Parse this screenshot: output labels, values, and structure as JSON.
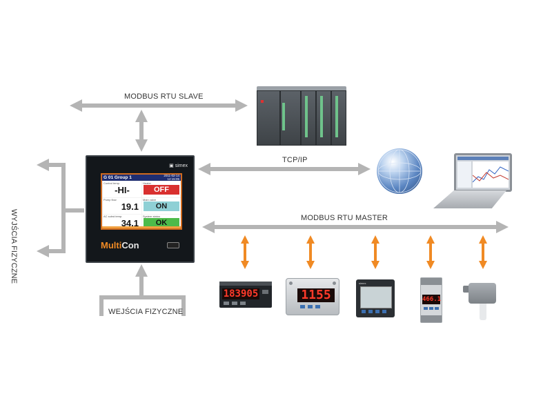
{
  "labels": {
    "modbus_slave": "MODBUS RTU SLAVE",
    "tcp_ip": "TCP/IP",
    "modbus_master": "MODBUS RTU MASTER",
    "outputs": "WYJŚCIA FIZYCZNE",
    "inputs": "WEJŚCIA FIZYCZNE"
  },
  "panel": {
    "brand": "simex",
    "name_part1": "Multi",
    "name_part2": "Con",
    "screen": {
      "header": "G 01   Group 1",
      "date": "2011-02-14",
      "time": "12:15:05",
      "cells": [
        {
          "caption": "Control temp.",
          "value": "-HI-"
        },
        {
          "caption": "Heater",
          "value": "OFF"
        },
        {
          "caption": "Pump flow",
          "value": "19.1"
        },
        {
          "caption": "Main valve",
          "value": "ON"
        },
        {
          "caption": "AC subst.temp.",
          "value": "34.1"
        },
        {
          "caption": "System status",
          "value": "OK"
        }
      ]
    }
  },
  "devices": {
    "meter1": "183905",
    "meter2": "1155",
    "meter4": "466.1",
    "meter3_brand": "simex"
  },
  "colors": {
    "arrow_gray": "#b4b4b4",
    "arrow_orange": "#f08a24",
    "lcd_border": "#d06a1e",
    "off_red": "#d9302f",
    "on_teal": "#8fd0d5",
    "ok_green": "#4dbb4a"
  }
}
